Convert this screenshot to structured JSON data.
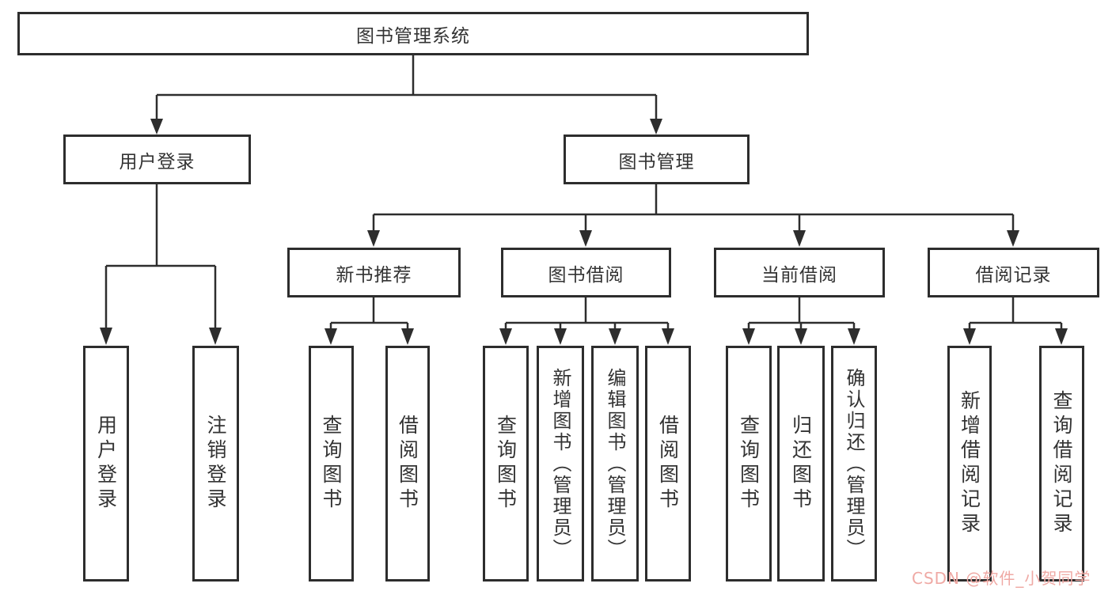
{
  "diagram": {
    "root": {
      "label": "图书管理系统"
    },
    "level1": [
      {
        "label": "用户登录"
      },
      {
        "label": "图书管理"
      }
    ],
    "level2": [
      {
        "label": "新书推荐"
      },
      {
        "label": "图书借阅"
      },
      {
        "label": "当前借阅"
      },
      {
        "label": "借阅记录"
      }
    ],
    "leaves": [
      {
        "label": "用户登录"
      },
      {
        "label": "注销登录"
      },
      {
        "label": "查询图书"
      },
      {
        "label": "借阅图书"
      },
      {
        "label": "查询图书"
      },
      {
        "label": "新增图书（管理员）"
      },
      {
        "label": "编辑图书（管理员）"
      },
      {
        "label": "借阅图书"
      },
      {
        "label": "查询图书"
      },
      {
        "label": "归还图书"
      },
      {
        "label": "确认归还（管理员）"
      },
      {
        "label": "新增借阅记录"
      },
      {
        "label": "查询借阅记录"
      }
    ],
    "watermark": {
      "text": "CSDN @软件_小贺同学",
      "color": "#efa9a4"
    },
    "colors": {
      "line": "#2d2d2d",
      "box_border": "#2d2d2d",
      "text": "#333333",
      "background": "#ffffff"
    }
  }
}
